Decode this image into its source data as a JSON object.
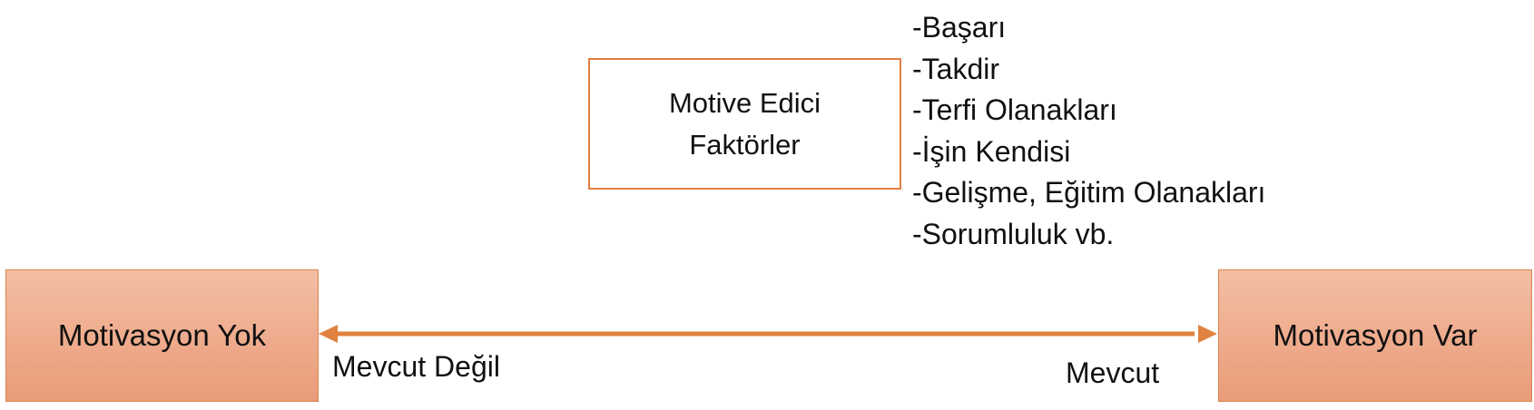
{
  "diagram": {
    "motive_box": {
      "line1": "Motive Edici",
      "line2": "Faktörler"
    },
    "factors": [
      "-Başarı",
      "-Takdir",
      "-Terfi Olanakları",
      "-İşin Kendisi",
      "-Gelişme, Eğitim Olanakları",
      "-Sorumluluk vb."
    ],
    "left_box": "Motivasyon Yok",
    "right_box": "Motivasyon Var",
    "left_label": "Mevcut Değil",
    "right_label": "Mevcut",
    "colors": {
      "accent": "#e47d3e",
      "box_fill": "#f0b094",
      "arrow": "#e0823f"
    }
  }
}
